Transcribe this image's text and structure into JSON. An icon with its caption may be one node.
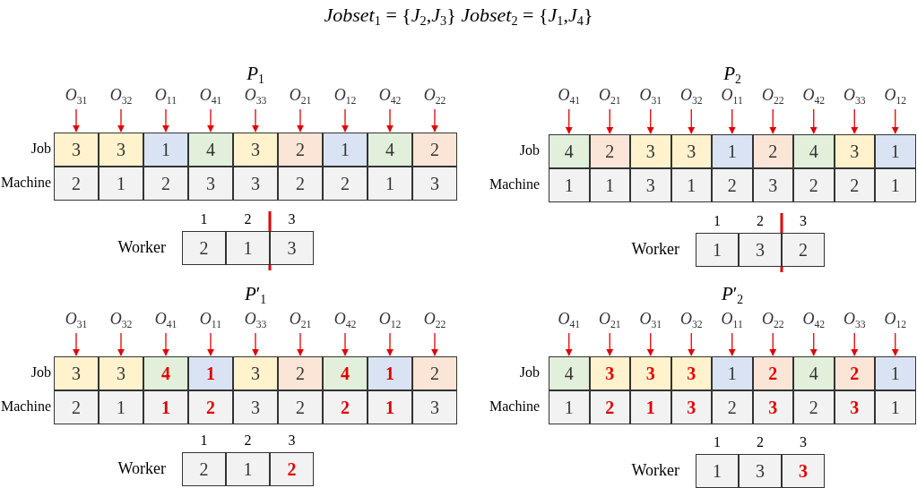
{
  "diagram": {
    "title": "*Jobset*$_{1}$ = {*J*$_{2}$,*J*$_{3}$}   *Jobset*$_{2}$ = {*J*$_{1}$,*J*$_{4}$}",
    "nodes": [
      {
        "text": [
          "*O*$_{31}$"
        ]
      },
      {
        "text": [
          "*O*$_{32}$"
        ]
      },
      {
        "text": [
          "*O*$_{11}$"
        ]
      },
      {
        "text": [
          "*O*$_{41}$"
        ]
      },
      {
        "text": [
          "*O*$_{33}$"
        ]
      },
      {
        "text": [
          "*O*$_{21}$"
        ]
      },
      {
        "text": [
          "*O*$_{12}$"
        ]
      },
      {
        "text": [
          "*O*$_{42}$"
        ]
      },
      {
        "text": [
          "*O*$_{22}$"
        ]
      },
      {
        "text": [
          "3"
        ]
      },
      {
        "text": [
          "3"
        ]
      },
      {
        "text": [
          "1"
        ]
      },
      {
        "text": [
          "4"
        ]
      },
      {
        "text": [
          "3"
        ]
      },
      {
        "text": [
          "2"
        ]
      },
      {
        "text": [
          "1"
        ]
      },
      {
        "text": [
          "4"
        ]
      },
      {
        "text": [
          "2"
        ]
      },
      {
        "text": [
          "2"
        ]
      },
      {
        "text": [
          "1"
        ]
      },
      {
        "text": [
          "2"
        ]
      },
      {
        "text": [
          "3"
        ]
      },
      {
        "text": [
          "3"
        ]
      },
      {
        "text": [
          "2"
        ]
      },
      {
        "text": [
          "2"
        ]
      },
      {
        "text": [
          "1"
        ]
      },
      {
        "text": [
          "3"
        ]
      },
      {
        "text": [
          "2"
        ]
      },
      {
        "text": [
          "1"
        ]
      },
      {
        "text": [
          "3"
        ]
      },
      {
        "text": [
          "*O*$_{41}$"
        ]
      },
      {
        "text": [
          "*O*$_{21}$"
        ]
      },
      {
        "text": [
          "*O*$_{31}$"
        ]
      },
      {
        "text": [
          "*O*$_{32}$"
        ]
      },
      {
        "text": [
          "*O*$_{11}$"
        ]
      },
      {
        "text": [
          "*O*$_{22}$"
        ]
      },
      {
        "text": [
          "*O*$_{42}$"
        ]
      },
      {
        "text": [
          "*O*$_{33}$"
        ]
      },
      {
        "text": [
          "*O*$_{12}$"
        ]
      },
      {
        "text": [
          "4"
        ]
      },
      {
        "text": [
          "2"
        ]
      },
      {
        "text": [
          "3"
        ]
      },
      {
        "text": [
          "3"
        ]
      },
      {
        "text": [
          "1"
        ]
      },
      {
        "text": [
          "2"
        ]
      },
      {
        "text": [
          "4"
        ]
      },
      {
        "text": [
          "3"
        ]
      },
      {
        "text": [
          "1"
        ]
      },
      {
        "text": [
          "1"
        ]
      },
      {
        "text": [
          "1"
        ]
      },
      {
        "text": [
          "3"
        ]
      },
      {
        "text": [
          "1"
        ]
      },
      {
        "text": [
          "2"
        ]
      },
      {
        "text": [
          "3"
        ]
      },
      {
        "text": [
          "2"
        ]
      },
      {
        "text": [
          "2"
        ]
      },
      {
        "text": [
          "1"
        ]
      },
      {
        "text": [
          "1"
        ]
      },
      {
        "text": [
          "3"
        ]
      },
      {
        "text": [
          "2"
        ]
      },
      {
        "text": [
          "*O*$_{31}$"
        ]
      },
      {
        "text": [
          "*O*$_{32}$"
        ]
      },
      {
        "text": [
          "*O*$_{41}$"
        ]
      },
      {
        "text": [
          "*O*$_{11}$"
        ]
      },
      {
        "text": [
          "*O*$_{33}$"
        ]
      },
      {
        "text": [
          "*O*$_{21}$"
        ]
      },
      {
        "text": [
          "*O*$_{42}$"
        ]
      },
      {
        "text": [
          "*O*$_{12}$"
        ]
      },
      {
        "text": [
          "*O*$_{22}$"
        ]
      },
      {
        "text": [
          "3"
        ]
      },
      {
        "text": [
          "3"
        ]
      },
      {
        "text": [
          "4"
        ]
      },
      {
        "text": [
          "1"
        ]
      },
      {
        "text": [
          "3"
        ]
      },
      {
        "text": [
          "2"
        ]
      },
      {
        "text": [
          "4"
        ]
      },
      {
        "text": [
          "1"
        ]
      },
      {
        "text": [
          "2"
        ]
      },
      {
        "text": [
          "2"
        ]
      },
      {
        "text": [
          "1"
        ]
      },
      {
        "text": [
          "1"
        ]
      },
      {
        "text": [
          "2"
        ]
      },
      {
        "text": [
          "3"
        ]
      },
      {
        "text": [
          "2"
        ]
      },
      {
        "text": [
          "2"
        ]
      },
      {
        "text": [
          "1"
        ]
      },
      {
        "text": [
          "3"
        ]
      },
      {
        "text": [
          "2"
        ]
      },
      {
        "text": [
          "1"
        ]
      },
      {
        "text": [
          "2"
        ]
      },
      {
        "text": [
          "*O*$_{41}$"
        ]
      },
      {
        "text": [
          "*O*$_{21}$"
        ]
      },
      {
        "text": [
          "*O*$_{31}$"
        ]
      },
      {
        "text": [
          "*O*$_{32}$"
        ]
      },
      {
        "text": [
          "*O*$_{11}$"
        ]
      },
      {
        "text": [
          "*O*$_{22}$"
        ]
      },
      {
        "text": [
          "*O*$_{42}$"
        ]
      },
      {
        "text": [
          "*O*$_{33}$"
        ]
      },
      {
        "text": [
          "*O*$_{12}$"
        ]
      },
      {
        "text": [
          "4"
        ]
      },
      {
        "text": [
          "3"
        ]
      },
      {
        "text": [
          "3"
        ]
      },
      {
        "text": [
          "3"
        ]
      },
      {
        "text": [
          "1"
        ]
      },
      {
        "text": [
          "2"
        ]
      },
      {
        "text": [
          "4"
        ]
      },
      {
        "text": [
          "2"
        ]
      },
      {
        "text": [
          "1"
        ]
      },
      {
        "text": [
          "1"
        ]
      },
      {
        "text": [
          "2"
        ]
      },
      {
        "text": [
          "1"
        ]
      },
      {
        "text": [
          "3"
        ]
      },
      {
        "text": [
          "2"
        ]
      },
      {
        "text": [
          "3"
        ]
      },
      {
        "text": [
          "2"
        ]
      },
      {
        "text": [
          "3"
        ]
      },
      {
        "text": [
          "1"
        ]
      },
      {
        "text": [
          "1"
        ]
      },
      {
        "text": [
          "3"
        ]
      },
      {
        "text": [
          "3"
        ]
      }
    ],
    "edges": [
      {
        "from": 0,
        "to": 9,
        "arrow": "to"
      },
      {
        "from": 1,
        "to": 10,
        "arrow": "to"
      },
      {
        "from": 2,
        "to": 11,
        "arrow": "to"
      },
      {
        "from": 3,
        "to": 12,
        "arrow": "to"
      },
      {
        "from": 4,
        "to": 13,
        "arrow": "to"
      },
      {
        "from": 5,
        "to": 14,
        "arrow": "to"
      },
      {
        "from": 6,
        "to": 15,
        "arrow": "to"
      },
      {
        "from": 7,
        "to": 16,
        "arrow": "to"
      },
      {
        "from": 8,
        "to": 17,
        "arrow": "to"
      },
      {
        "from": 30,
        "to": 39,
        "arrow": "to"
      },
      {
        "from": 31,
        "to": 40,
        "arrow": "to"
      },
      {
        "from": 32,
        "to": 41,
        "arrow": "to"
      },
      {
        "from": 33,
        "to": 42,
        "arrow": "to"
      },
      {
        "from": 34,
        "to": 43,
        "arrow": "to"
      },
      {
        "from": 35,
        "to": 44,
        "arrow": "to"
      },
      {
        "from": 36,
        "to": 45,
        "arrow": "to"
      },
      {
        "from": 37,
        "to": 46,
        "arrow": "to"
      },
      {
        "from": 38,
        "to": 47,
        "arrow": "to"
      },
      {
        "from": 60,
        "to": 69,
        "arrow": "to"
      },
      {
        "from": 61,
        "to": 70,
        "arrow": "to"
      },
      {
        "from": 62,
        "to": 71,
        "arrow": "to"
      },
      {
        "from": 63,
        "to": 72,
        "arrow": "to"
      },
      {
        "from": 64,
        "to": 73,
        "arrow": "to"
      },
      {
        "from": 65,
        "to": 74,
        "arrow": "to"
      },
      {
        "from": 66,
        "to": 75,
        "arrow": "to"
      },
      {
        "from": 67,
        "to": 76,
        "arrow": "to"
      },
      {
        "from": 68,
        "to": 77,
        "arrow": "to"
      },
      {
        "from": 90,
        "to": 99,
        "arrow": "to"
      },
      {
        "from": 91,
        "to": 100,
        "arrow": "to"
      },
      {
        "from": 92,
        "to": 101,
        "arrow": "to"
      },
      {
        "from": 93,
        "to": 102,
        "arrow": "to"
      },
      {
        "from": 94,
        "to": 103,
        "arrow": "to"
      },
      {
        "from": 95,
        "to": 104,
        "arrow": "to"
      },
      {
        "from": 96,
        "to": 105,
        "arrow": "to"
      },
      {
        "from": 97,
        "to": 106,
        "arrow": "to"
      },
      {
        "from": 98,
        "to": 107,
        "arrow": "to"
      }
    ],
    "labels": [
      "*P*$_{1}$",
      "Job",
      "Machine",
      "1",
      "2",
      "3",
      "Worker",
      "*P*$_{2}$",
      "Job",
      "Machine",
      "1",
      "2",
      "3",
      "Worker",
      "*P*′$_{1}$",
      "Job",
      "Machine",
      "1",
      "2",
      "3",
      "Worker",
      "*P*′$_{2}$",
      "Job",
      "Machine",
      "1",
      "2",
      "3",
      "Worker"
    ]
  }
}
